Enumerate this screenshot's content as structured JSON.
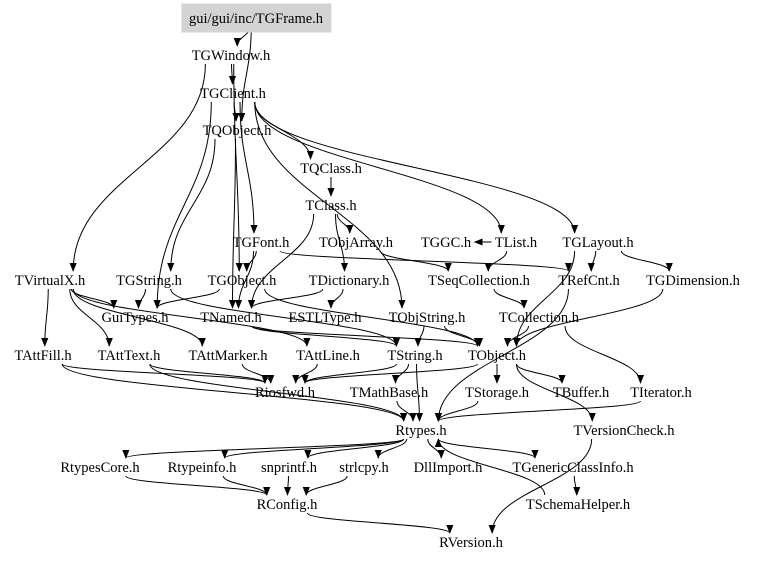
{
  "graph": {
    "type": "include-dependency-graph",
    "root": "gui/gui/inc/TGFrame.h",
    "nodes": [
      {
        "id": "TGFrame",
        "label": "gui/gui/inc/TGFrame.h",
        "root": true
      },
      {
        "id": "TGWindow",
        "label": "TGWindow.h"
      },
      {
        "id": "TGClient",
        "label": "TGClient.h"
      },
      {
        "id": "TQObject",
        "label": "TQObject.h"
      },
      {
        "id": "TQClass",
        "label": "TQClass.h"
      },
      {
        "id": "TClass",
        "label": "TClass.h"
      },
      {
        "id": "TGFont",
        "label": "TGFont.h"
      },
      {
        "id": "TObjArray",
        "label": "TObjArray.h"
      },
      {
        "id": "TGGC",
        "label": "TGGC.h"
      },
      {
        "id": "TList",
        "label": "TList.h"
      },
      {
        "id": "TGLayout",
        "label": "TGLayout.h"
      },
      {
        "id": "TVirtualX",
        "label": "TVirtualX.h"
      },
      {
        "id": "TGString",
        "label": "TGString.h"
      },
      {
        "id": "TGObject",
        "label": "TGObject.h"
      },
      {
        "id": "TDictionary",
        "label": "TDictionary.h"
      },
      {
        "id": "TSeqCollection",
        "label": "TSeqCollection.h"
      },
      {
        "id": "TRefCnt",
        "label": "TRefCnt.h"
      },
      {
        "id": "TGDimension",
        "label": "TGDimension.h"
      },
      {
        "id": "GuiTypes",
        "label": "GuiTypes.h"
      },
      {
        "id": "TNamed",
        "label": "TNamed.h"
      },
      {
        "id": "ESTLType",
        "label": "ESTLType.h"
      },
      {
        "id": "TObjString",
        "label": "TObjString.h"
      },
      {
        "id": "TCollection",
        "label": "TCollection.h"
      },
      {
        "id": "TAttFill",
        "label": "TAttFill.h"
      },
      {
        "id": "TAttText",
        "label": "TAttText.h"
      },
      {
        "id": "TAttMarker",
        "label": "TAttMarker.h"
      },
      {
        "id": "TAttLine",
        "label": "TAttLine.h"
      },
      {
        "id": "TString",
        "label": "TString.h"
      },
      {
        "id": "TObject",
        "label": "TObject.h"
      },
      {
        "id": "Riosfwd",
        "label": "Riosfwd.h"
      },
      {
        "id": "TMathBase",
        "label": "TMathBase.h"
      },
      {
        "id": "TStorage",
        "label": "TStorage.h"
      },
      {
        "id": "TBuffer",
        "label": "TBuffer.h"
      },
      {
        "id": "TIterator",
        "label": "TIterator.h"
      },
      {
        "id": "Rtypes",
        "label": "Rtypes.h"
      },
      {
        "id": "TVersionCheck",
        "label": "TVersionCheck.h"
      },
      {
        "id": "RtypesCore",
        "label": "RtypesCore.h"
      },
      {
        "id": "Rtypeinfo",
        "label": "Rtypeinfo.h"
      },
      {
        "id": "snprintf",
        "label": "snprintf.h"
      },
      {
        "id": "strlcpy",
        "label": "strlcpy.h"
      },
      {
        "id": "DllImport",
        "label": "DllImport.h"
      },
      {
        "id": "TGenericClassInfo",
        "label": "TGenericClassInfo.h"
      },
      {
        "id": "RConfig",
        "label": "RConfig.h"
      },
      {
        "id": "TSchemaHelper",
        "label": "TSchemaHelper.h"
      },
      {
        "id": "RVersion",
        "label": "RVersion.h"
      }
    ],
    "edges": [
      [
        "TGFrame",
        "TGWindow"
      ],
      [
        "TGFrame",
        "TQObject"
      ],
      [
        "TGWindow",
        "TGClient"
      ],
      [
        "TGWindow",
        "TGObject"
      ],
      [
        "TGWindow",
        "TVirtualX"
      ],
      [
        "TGClient",
        "TQObject"
      ],
      [
        "TGClient",
        "GuiTypes"
      ],
      [
        "TGClient",
        "TQClass"
      ],
      [
        "TGClient",
        "TGFont"
      ],
      [
        "TGClient",
        "TList"
      ],
      [
        "TGClient",
        "TGLayout"
      ],
      [
        "TGClient",
        "TObjString"
      ],
      [
        "TQObject",
        "TGString"
      ],
      [
        "TQObject",
        "TNamed"
      ],
      [
        "TQClass",
        "TClass"
      ],
      [
        "TClass",
        "TObjArray"
      ],
      [
        "TClass",
        "TDictionary"
      ],
      [
        "TClass",
        "TNamed"
      ],
      [
        "TGFont",
        "TGObject"
      ],
      [
        "TGFont",
        "TNamed"
      ],
      [
        "TGFont",
        "TRefCnt"
      ],
      [
        "TObjArray",
        "TSeqCollection"
      ],
      [
        "TList",
        "TGGC"
      ],
      [
        "TList",
        "TSeqCollection"
      ],
      [
        "TGLayout",
        "TGDimension"
      ],
      [
        "TGLayout",
        "TRefCnt"
      ],
      [
        "TGLayout",
        "TObject"
      ],
      [
        "TVirtualX",
        "GuiTypes"
      ],
      [
        "TVirtualX",
        "TAttFill"
      ],
      [
        "TVirtualX",
        "TAttText"
      ],
      [
        "TVirtualX",
        "TAttMarker"
      ],
      [
        "TVirtualX",
        "TAttLine"
      ],
      [
        "TGString",
        "GuiTypes"
      ],
      [
        "TGString",
        "TString"
      ],
      [
        "TGObject",
        "TObject"
      ],
      [
        "TGObject",
        "GuiTypes"
      ],
      [
        "TDictionary",
        "TNamed"
      ],
      [
        "TDictionary",
        "ESTLType"
      ],
      [
        "TSeqCollection",
        "TCollection"
      ],
      [
        "TRefCnt",
        "Rtypes"
      ],
      [
        "TGDimension",
        "TObject"
      ],
      [
        "TNamed",
        "TString"
      ],
      [
        "TNamed",
        "TObject"
      ],
      [
        "TObjString",
        "TString"
      ],
      [
        "TObjString",
        "TObject"
      ],
      [
        "TCollection",
        "TObject"
      ],
      [
        "TCollection",
        "TIterator"
      ],
      [
        "TAttFill",
        "Riosfwd"
      ],
      [
        "TAttFill",
        "Rtypes"
      ],
      [
        "TAttText",
        "Riosfwd"
      ],
      [
        "TAttText",
        "Rtypes"
      ],
      [
        "TAttMarker",
        "Riosfwd"
      ],
      [
        "TAttLine",
        "Riosfwd"
      ],
      [
        "TString",
        "TMathBase"
      ],
      [
        "TString",
        "Riosfwd"
      ],
      [
        "TString",
        "Rtypes"
      ],
      [
        "TObject",
        "TStorage"
      ],
      [
        "TObject",
        "TBuffer"
      ],
      [
        "TObject",
        "TVersionCheck"
      ],
      [
        "TObject",
        "Riosfwd"
      ],
      [
        "TMathBase",
        "Rtypes"
      ],
      [
        "TStorage",
        "Rtypes"
      ],
      [
        "TIterator",
        "Rtypes"
      ],
      [
        "TVersionCheck",
        "RVersion"
      ],
      [
        "Rtypes",
        "RtypesCore"
      ],
      [
        "Rtypes",
        "Rtypeinfo"
      ],
      [
        "Rtypes",
        "snprintf"
      ],
      [
        "Rtypes",
        "strlcpy"
      ],
      [
        "Rtypes",
        "DllImport"
      ],
      [
        "Rtypes",
        "TGenericClassInfo"
      ],
      [
        "RtypesCore",
        "RConfig"
      ],
      [
        "Rtypeinfo",
        "RConfig"
      ],
      [
        "snprintf",
        "RConfig"
      ],
      [
        "strlcpy",
        "RConfig"
      ],
      [
        "TGenericClassInfo",
        "TSchemaHelper"
      ],
      [
        "TSchemaHelper",
        "Rtypes"
      ],
      [
        "RConfig",
        "RVersion"
      ]
    ]
  }
}
